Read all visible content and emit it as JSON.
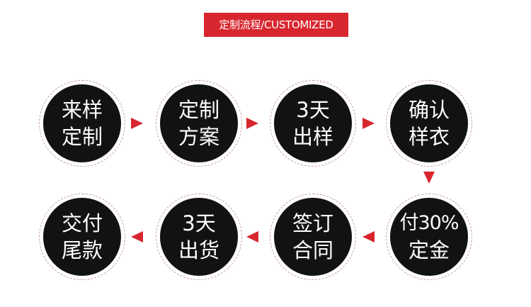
{
  "header": {
    "title": "定制流程/CUSTOMIZED"
  },
  "accent_color": "#d8262f",
  "steps": [
    {
      "line1": "来样",
      "line2": "定制"
    },
    {
      "line1": "定制",
      "line2": "方案"
    },
    {
      "line1": "3天",
      "line2": "出样"
    },
    {
      "line1": "确认",
      "line2": "样衣"
    },
    {
      "line1": "付30%",
      "line2": "定金"
    },
    {
      "line1": "签订",
      "line2": "合同"
    },
    {
      "line1": "3天",
      "line2": "出货"
    },
    {
      "line1": "交付",
      "line2": "尾款"
    }
  ],
  "arrows": [
    "arrow-right",
    "arrow-right",
    "arrow-right",
    "arrow-down",
    "arrow-left",
    "arrow-left",
    "arrow-left"
  ]
}
